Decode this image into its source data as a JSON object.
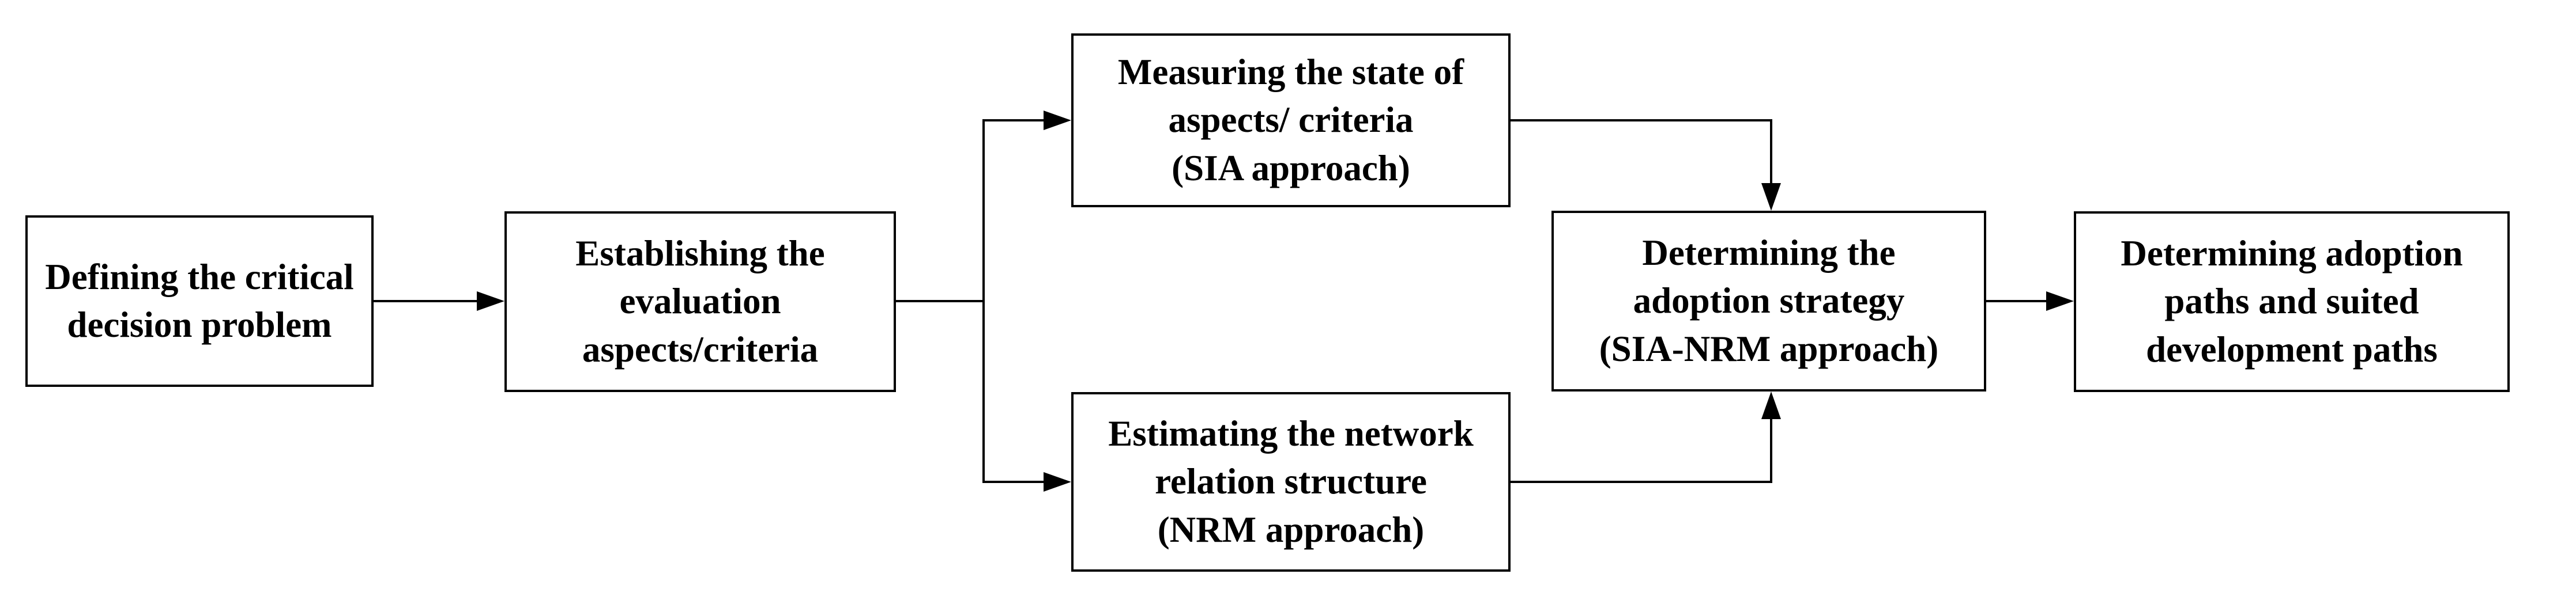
{
  "diagram": {
    "type": "flowchart",
    "colors": {
      "background": "#ffffff",
      "node_fill": "#ffffff",
      "node_border": "#000000",
      "line": "#000000",
      "text": "#000000"
    },
    "nodes": [
      {
        "id": "defining-problem",
        "label": "Defining the critical\ndecision problem"
      },
      {
        "id": "establishing-criteria",
        "label": "Establishing the\nevaluation\naspects/criteria"
      },
      {
        "id": "measuring-state",
        "label": "Measuring the state of\naspects/ criteria\n(SIA approach)"
      },
      {
        "id": "estimating-network",
        "label": "Estimating the network\nrelation structure\n(NRM approach)"
      },
      {
        "id": "determining-strategy",
        "label": "Determining the\nadoption strategy\n(SIA-NRM approach)"
      },
      {
        "id": "determining-paths",
        "label": "Determining adoption\npaths and suited\ndevelopment paths"
      }
    ],
    "edges": [
      {
        "from": "defining-problem",
        "to": "establishing-criteria"
      },
      {
        "from": "establishing-criteria",
        "to": "measuring-state"
      },
      {
        "from": "establishing-criteria",
        "to": "estimating-network"
      },
      {
        "from": "measuring-state",
        "to": "determining-strategy"
      },
      {
        "from": "estimating-network",
        "to": "determining-strategy"
      },
      {
        "from": "determining-strategy",
        "to": "determining-paths"
      }
    ]
  }
}
